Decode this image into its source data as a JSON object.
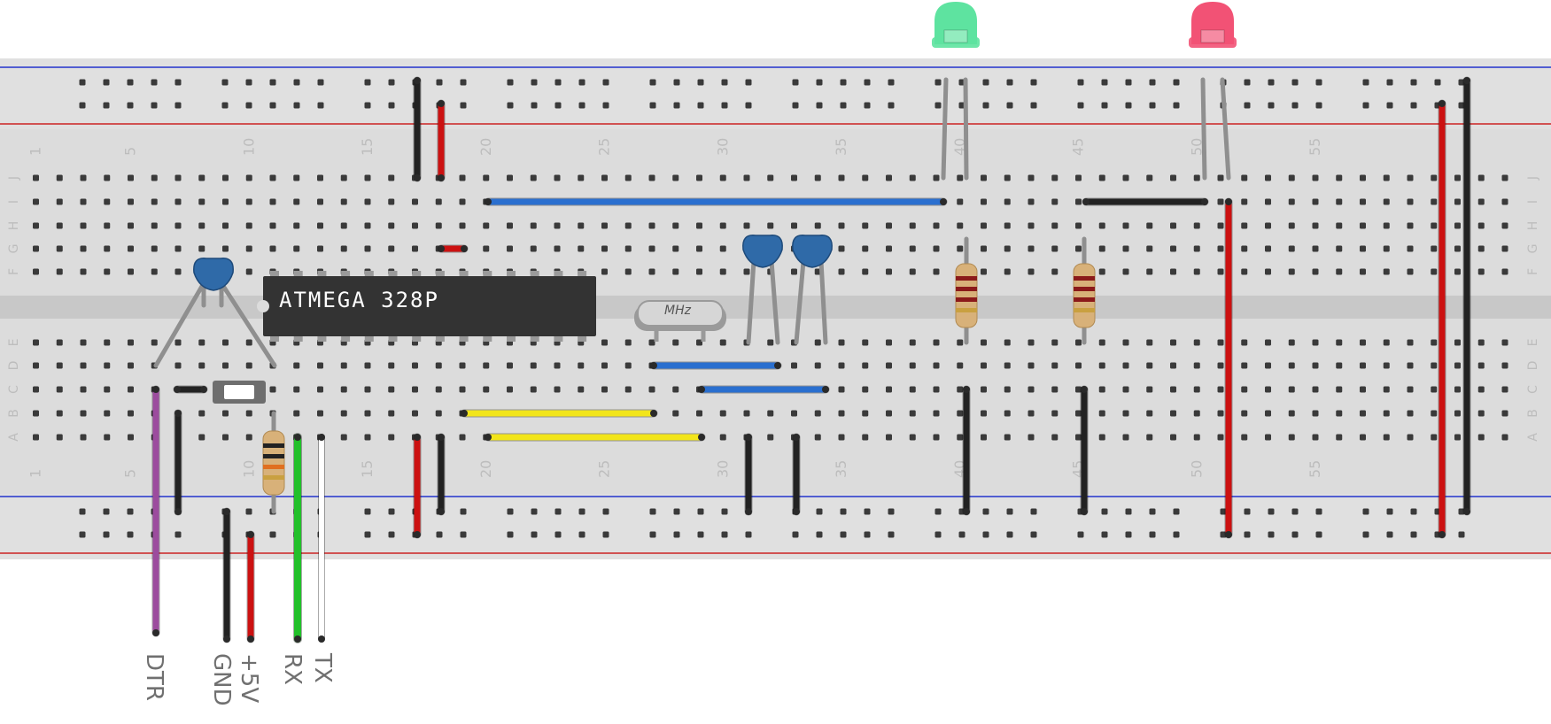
{
  "board": {
    "chip_label": "ATMEGA 328P",
    "crystal_label": "MHz",
    "column_numbers": [
      "1",
      "5",
      "10",
      "15",
      "20",
      "25",
      "30",
      "35",
      "40",
      "45",
      "50",
      "55"
    ],
    "row_letters_top": [
      "J",
      "I",
      "H",
      "G",
      "F"
    ],
    "row_letters_bottom": [
      "E",
      "D",
      "C",
      "B",
      "A"
    ]
  },
  "wire_labels": {
    "dtr": "DTR",
    "gnd": "GND",
    "vcc": "+5V",
    "rx": "RX",
    "tx": "TX"
  },
  "colors": {
    "wire_red": "#cc1111",
    "wire_black": "#222222",
    "wire_blue": "#2a6fcf",
    "wire_yellow": "#f2e51a",
    "wire_purple": "#9c4c9e",
    "wire_green": "#22c02a",
    "wire_white": "#ffffff",
    "led_green": "#5ee3a0",
    "led_red": "#f25275",
    "capacitor": "#2f6aa8",
    "chip": "#333333",
    "board": "#dcdcdc"
  }
}
